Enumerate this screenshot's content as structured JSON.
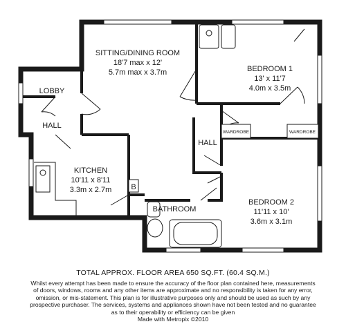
{
  "rooms": {
    "sitting": {
      "name": "SITTING/DINING ROOM",
      "imperial": "18'7 max x 12'",
      "metric": "5.7m max x 3.7m"
    },
    "bedroom1": {
      "name": "BEDROOM 1",
      "imperial": "13' x 11'7",
      "metric": "4.0m x 3.5m"
    },
    "bedroom2": {
      "name": "BEDROOM 2",
      "imperial": "11'11 x 10'",
      "metric": "3.6m x 3.1m"
    },
    "kitchen": {
      "name": "KITCHEN",
      "imperial": "10'11 x 8'11",
      "metric": "3.3m x 2.7m"
    },
    "lobby": {
      "name": "LOBBY"
    },
    "hall_left": {
      "name": "HALL"
    },
    "hall_center": {
      "name": "HALL"
    },
    "bathroom": {
      "name": "BATHROOM"
    },
    "wardrobe1": {
      "name": "WARDROBE"
    },
    "wardrobe2": {
      "name": "WARDROBE"
    },
    "boiler": {
      "name": "B"
    }
  },
  "footer": {
    "area": "TOTAL APPROX. FLOOR AREA 650 SQ.FT. (60.4 SQ.M.)",
    "lines": [
      "Whilst every attempt has been made to ensure the accuracy of the floor plan contained here, measurements",
      "of doors, windows, rooms and any other items are approximate and no responsibility is taken for any error,",
      "omission, or mis-statement. This plan is for illustrative purposes only and should be used as such by any",
      "prospective purchaser. The services, systems and appliances shown have not been tested and no guarantee",
      "as to their operability or efficiency can be given",
      "Made with Metropix ©2010"
    ]
  }
}
